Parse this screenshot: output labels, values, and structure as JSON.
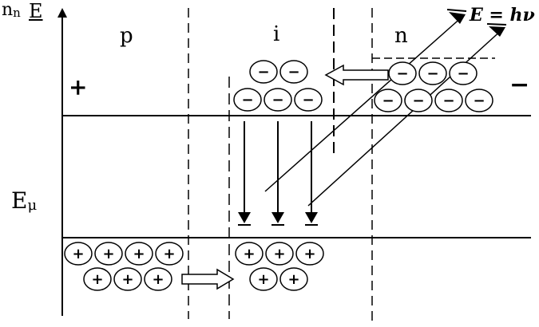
{
  "labels": {
    "axis_n": "n",
    "axis_n_sub": "n",
    "axis_E": "E",
    "region_p": "p",
    "region_i": "i",
    "region_n": "n",
    "photon": "E = hν",
    "level_E": "E",
    "level_E_sub": "μ",
    "plus_terminal": "+",
    "minus_terminal": "−"
  },
  "particles": {
    "electron_symbol": "−",
    "hole_symbol": "+"
  },
  "colors": {
    "ink": "#000000",
    "background": "#ffffff"
  }
}
